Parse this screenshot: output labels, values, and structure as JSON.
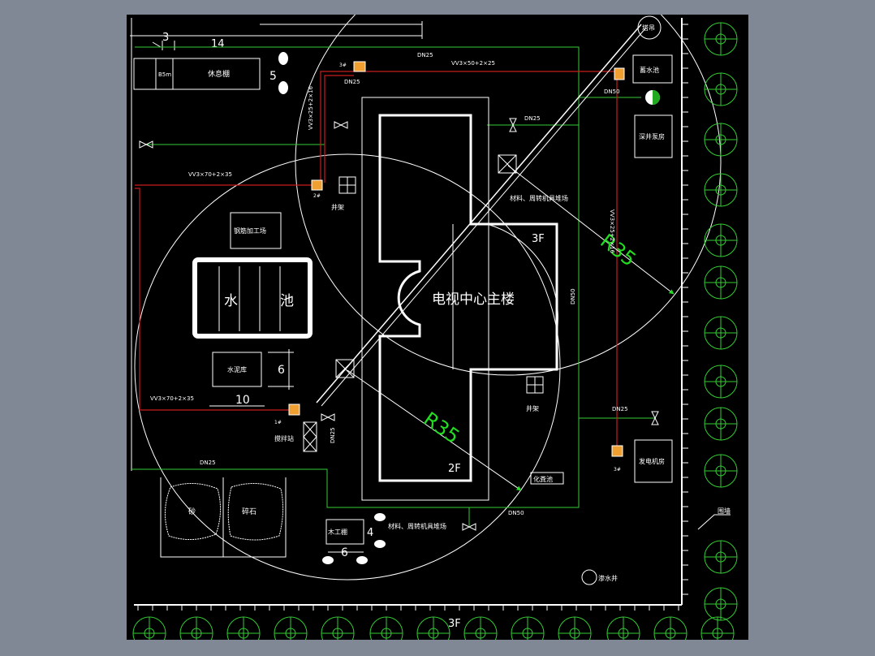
{
  "colors": {
    "viewport_bg": "#000000",
    "app_bg": "#808895",
    "line_white": "#ffffff",
    "power_red": "#c81e1e",
    "water_green": "#33cc33",
    "dim_green": "#22dd22",
    "transformer_orange": "#f0a030"
  },
  "plan": {
    "main_building": "电视中心主楼",
    "floor_3f_top": "3F",
    "floor_2f": "2F",
    "floor_3f_bottom": "3F",
    "radius_upper": "R35",
    "radius_lower": "R35",
    "pool": {
      "left": "水",
      "right": "池"
    },
    "rooms": {
      "rest_shed": "休息棚",
      "rest_mark": "B5m",
      "rebar_yard": "钢筋加工场",
      "cement_store": "水泥库",
      "carpentry": "木工棚",
      "reservoir": "蓄水池",
      "deep_well_pump": "深井泵房",
      "generator_room": "发电机房",
      "septic_tank": "化粪池",
      "mixing_station": "搅拌站",
      "sand": "砂",
      "gravel": "碎石",
      "seepage_well": "渗水井",
      "fence": "围墙",
      "tower_crane": "塔吊"
    },
    "labels": {
      "well_frame_1": "井架",
      "well_frame_2": "井架",
      "material_yard_1": "材料、周转机具堆场",
      "material_yard_2": "材料、周转机具堆场"
    },
    "dims": {
      "d3": "3",
      "d14": "14",
      "d5": "5",
      "d6a": "6",
      "d10": "10",
      "d4": "4",
      "d6b": "6"
    },
    "cables": {
      "c1": "VV3×50+2×25",
      "c2": "VV3×70+2×35",
      "c3": "VV3×70+2×35",
      "c4": "VV3×25+2×16",
      "c5": "VV3×25+2×16"
    },
    "pipes": {
      "dn25_a": "DN25",
      "dn25_b": "DN25",
      "dn25_c": "DN25",
      "dn25_d": "DN25",
      "dn25_e": "DN25",
      "dn50_a": "DN50",
      "dn50_b": "DN50",
      "dn50_c": "DN50",
      "dn25_f": "DN25"
    },
    "transformers": {
      "t1": "1#",
      "t2": "2#",
      "t3": "3#",
      "t4": "3#"
    }
  }
}
